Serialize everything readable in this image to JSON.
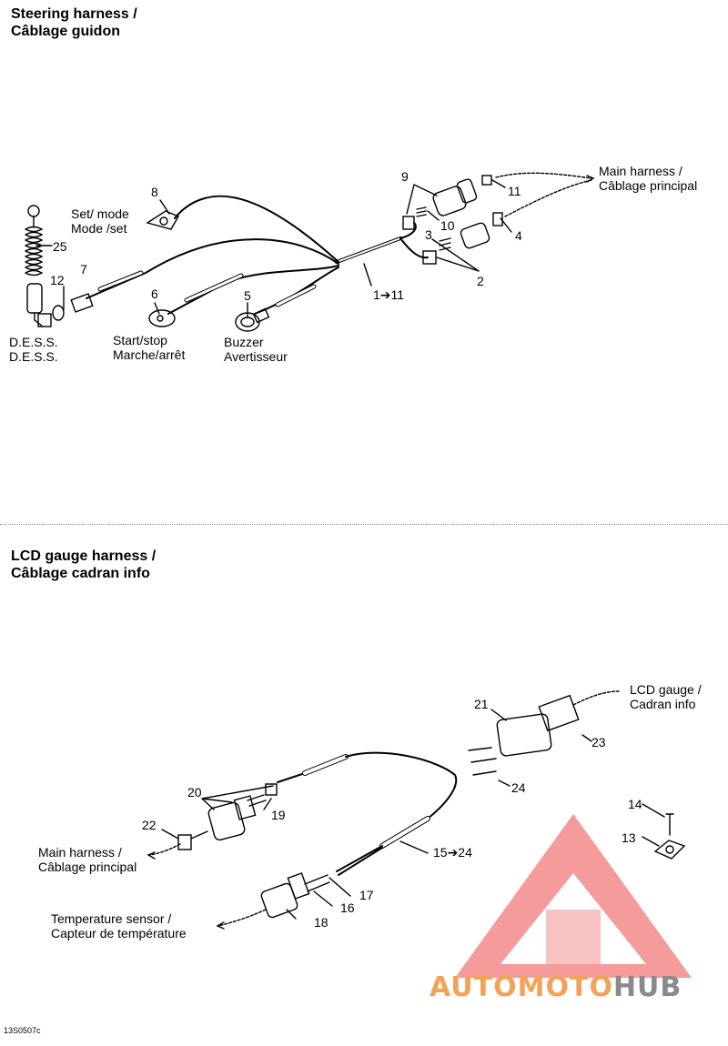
{
  "sections": {
    "steering": {
      "title_en": "Steering harness /",
      "title_fr": "Câblage guidon"
    },
    "lcd": {
      "title_en": "LCD gauge harness /",
      "title_fr": "Câblage cadran info"
    }
  },
  "steering_labels": {
    "main_harness_en": "Main harness  /",
    "main_harness_fr": "Câblage principal",
    "set_mode_en": "Set/ mode",
    "set_mode_fr": "Mode /set",
    "dess_en": "D.E.S.S.",
    "dess_fr": "D.E.S.S.",
    "start_stop_en": "Start/stop",
    "start_stop_fr": "Marche/arrêt",
    "buzzer_en": "Buzzer",
    "buzzer_fr": "Avertisseur"
  },
  "steering_callouts": {
    "n9": "9",
    "n11": "11",
    "n10": "10",
    "n3": "3",
    "n4": "4",
    "n2": "2",
    "n8": "8",
    "n25": "25",
    "n12": "12",
    "n7": "7",
    "n6": "6",
    "n5": "5",
    "n1_11": "1➔11"
  },
  "lcd_labels": {
    "lcd_gauge_en": "LCD gauge /",
    "lcd_gauge_fr": "Cadran info",
    "main_harness_en": "Main harness /",
    "main_harness_fr": "Câblage principal",
    "temp_sensor_en": "Temperature sensor /",
    "temp_sensor_fr": "Capteur de température"
  },
  "lcd_callouts": {
    "n21": "21",
    "n23": "23",
    "n24": "24",
    "n20": "20",
    "n19": "19",
    "n22": "22",
    "n14": "14",
    "n13": "13",
    "n15_24": "15➔24",
    "n17": "17",
    "n16": "16",
    "n18": "18"
  },
  "diagram_code": "13S0507c",
  "watermark": {
    "part1": "AUTO",
    "part2": "MOTO",
    "part3": "HUB",
    "colors": {
      "logo": "#ee4b4b",
      "orange": "#f3a25a",
      "gray": "#8a8a8a"
    }
  }
}
